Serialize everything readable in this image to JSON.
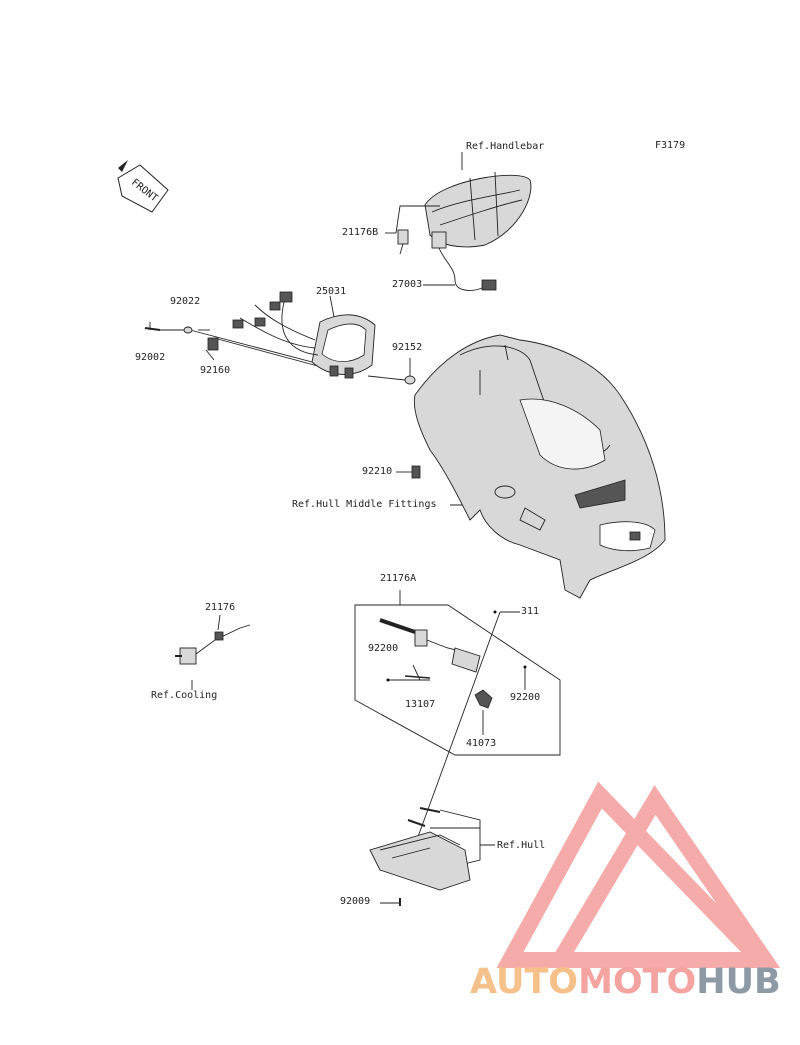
{
  "figure_code": "F3179",
  "front_label": "FRONT",
  "parts": [
    {
      "id": "21176B",
      "label": "21176B"
    },
    {
      "id": "27003",
      "label": "27003"
    },
    {
      "id": "25031",
      "label": "25031"
    },
    {
      "id": "92022",
      "label": "92022"
    },
    {
      "id": "92002",
      "label": "92002"
    },
    {
      "id": "92160",
      "label": "92160"
    },
    {
      "id": "92152",
      "label": "92152"
    },
    {
      "id": "92210",
      "label": "92210"
    },
    {
      "id": "21176A",
      "label": "21176A"
    },
    {
      "id": "21176",
      "label": "21176"
    },
    {
      "id": "311",
      "label": "311"
    },
    {
      "id": "92200a",
      "label": "92200"
    },
    {
      "id": "92200b",
      "label": "92200"
    },
    {
      "id": "13107",
      "label": "13107"
    },
    {
      "id": "41073",
      "label": "41073"
    },
    {
      "id": "92009",
      "label": "92009"
    }
  ],
  "refs": {
    "handlebar": "Ref.Handlebar",
    "hull_middle": "Ref.Hull Middle Fittings",
    "cooling": "Ref.Cooling",
    "hull": "Ref.Hull"
  },
  "watermark": {
    "auto": "AUTO",
    "moto": "MOTO",
    "hub": "HUB"
  },
  "colors": {
    "line": "#222222",
    "logo_triangle": "#f4a3a0",
    "logo_orange": "#f6c08a",
    "logo_grey": "#8d9aa6"
  }
}
